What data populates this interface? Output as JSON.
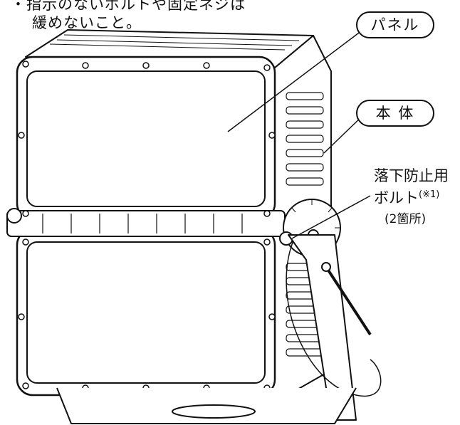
{
  "note": {
    "line1": "・指示のないボルトや固定ネジは",
    "line2": "緩めないこと。"
  },
  "labels": {
    "panel": "パネル",
    "body": "本 体",
    "bolt_line1": "落下防止用",
    "bolt_line2": "ボルト",
    "bolt_ref": "(※1)",
    "bolt_count": "(2箇所)"
  }
}
